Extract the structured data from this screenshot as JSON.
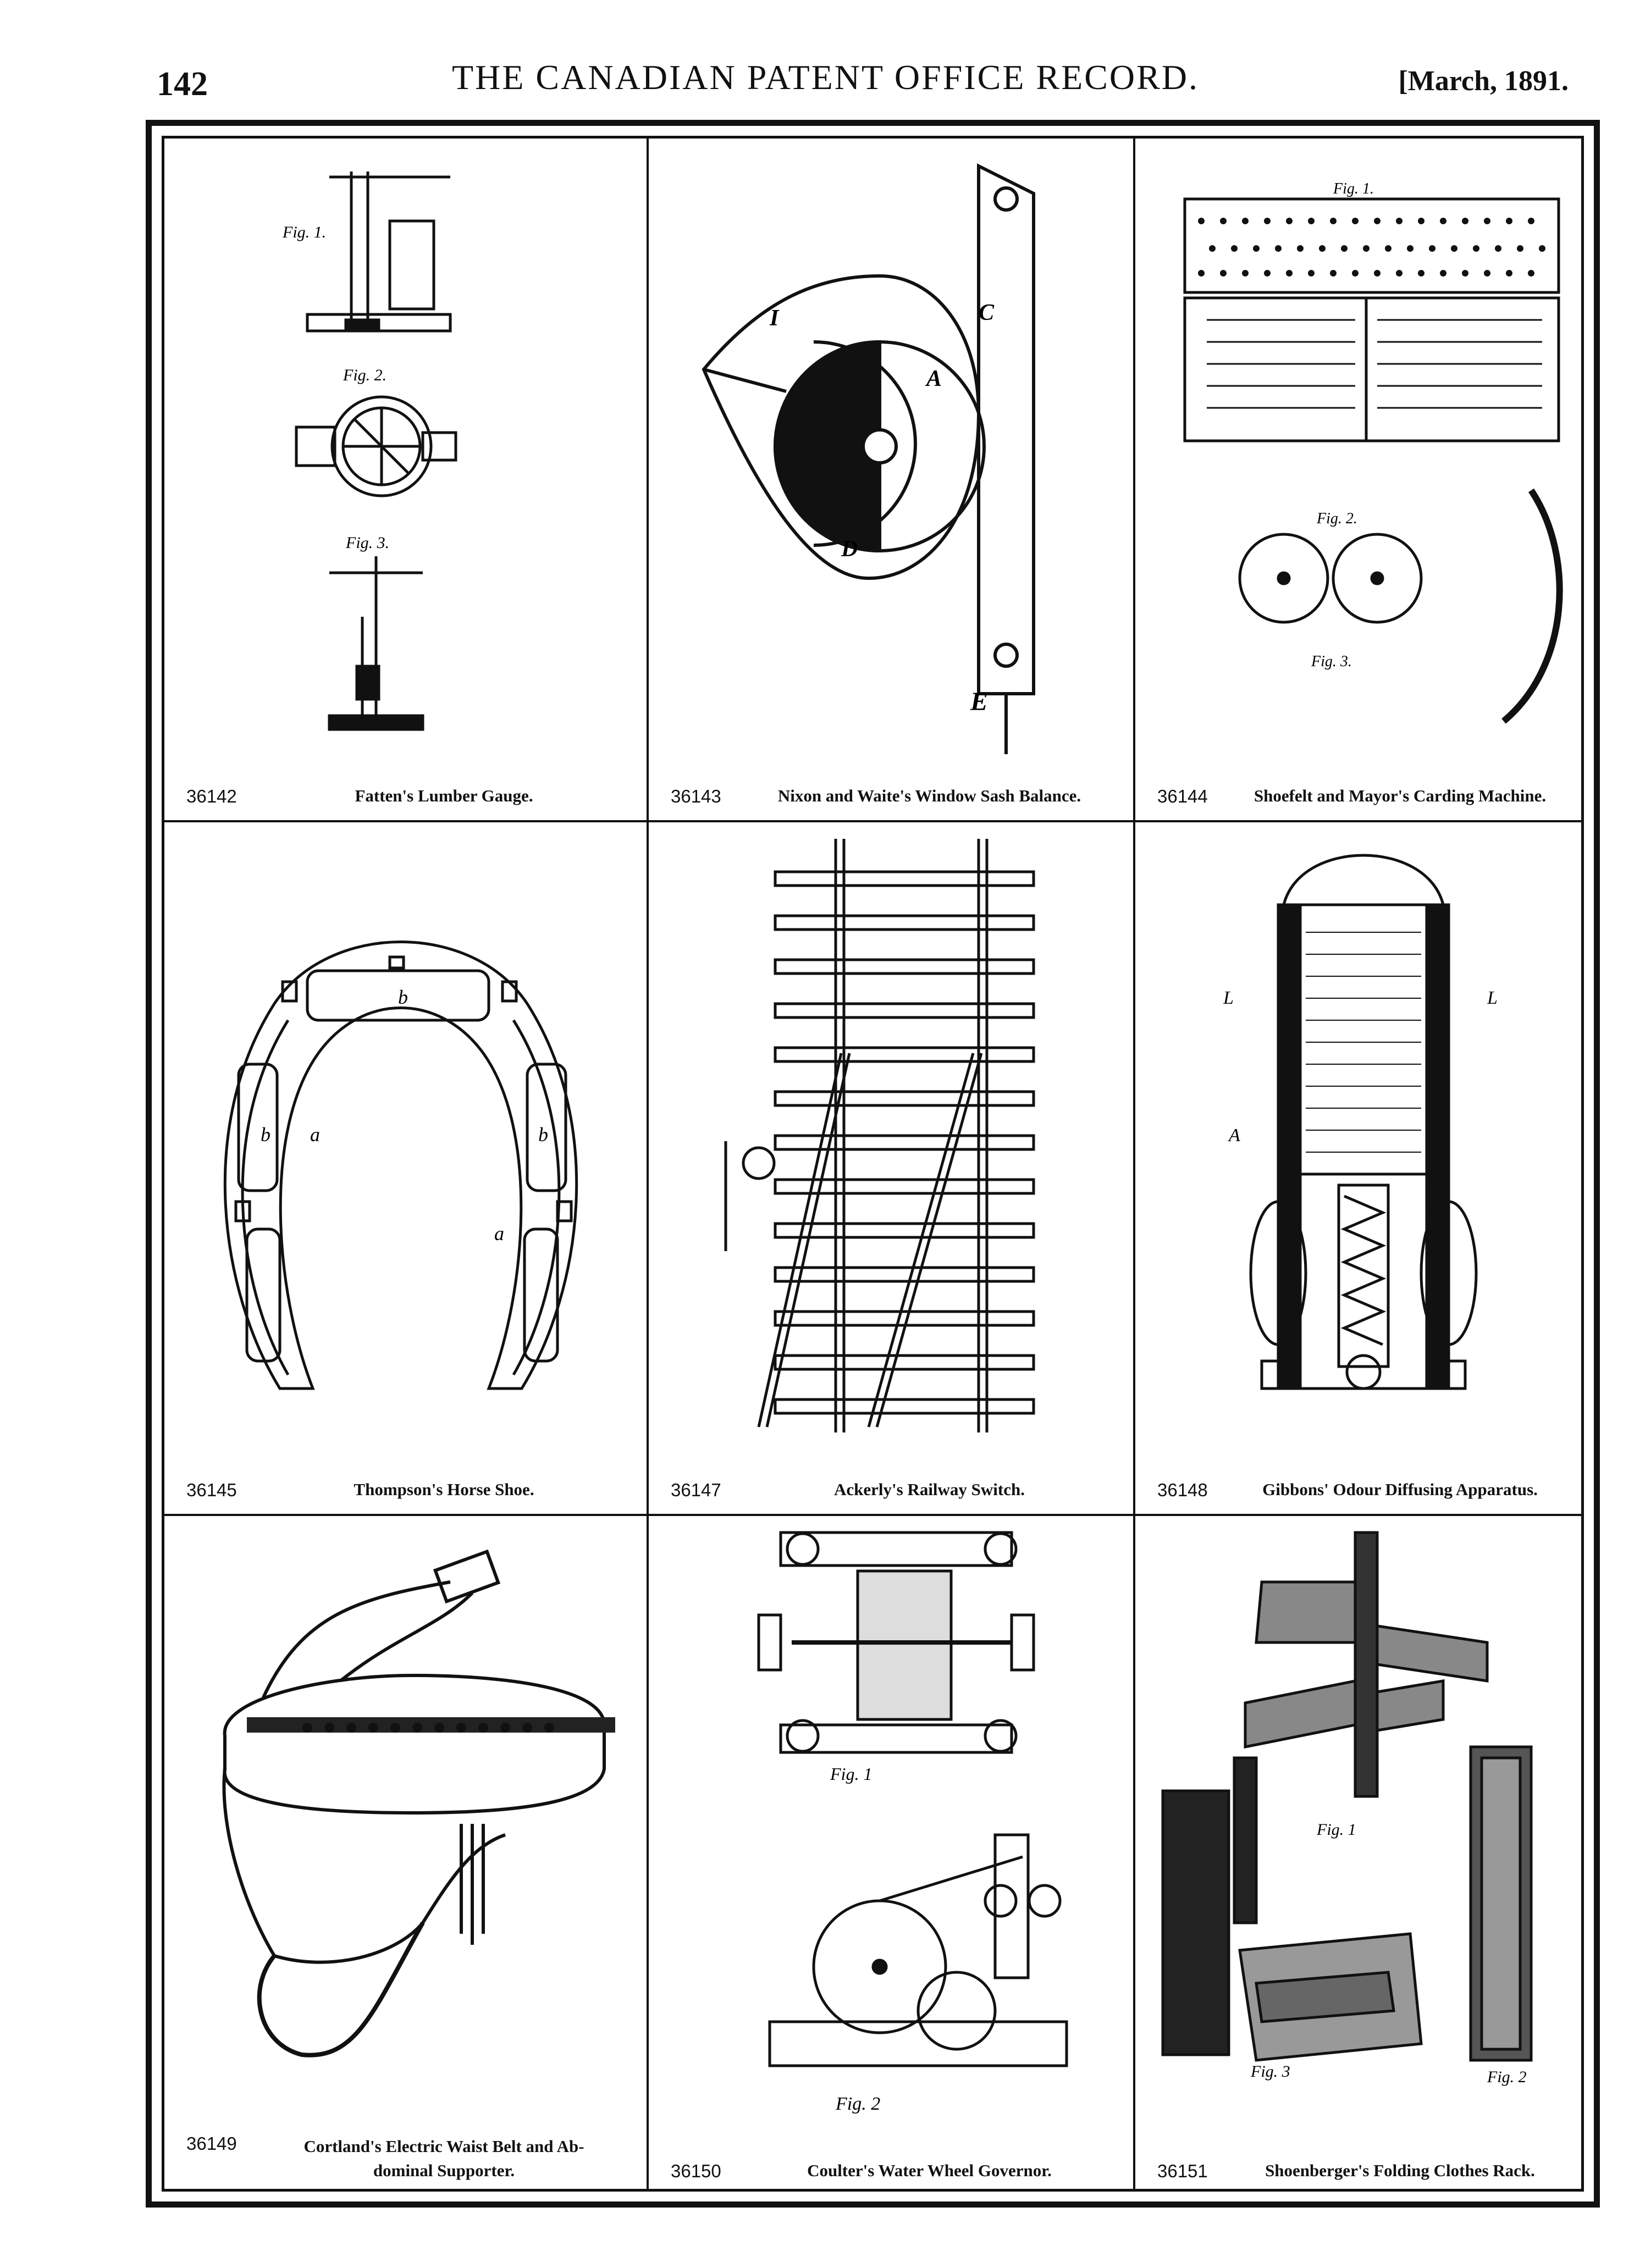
{
  "header": {
    "page_number": "142",
    "title": "THE CANADIAN PATENT OFFICE RECORD.",
    "date": "[March, 1891."
  },
  "patents": [
    {
      "number": "36142",
      "title": "Fatten's Lumber Gauge.",
      "figures": [
        "Fig. 1.",
        "Fig. 2.",
        "Fig. 3."
      ]
    },
    {
      "number": "36143",
      "title": "Nixon and Waite's Window Sash Balance.",
      "figures": []
    },
    {
      "number": "36144",
      "title": "Shoefelt and Mayor's Carding Machine.",
      "figures": [
        "Fig. 1.",
        "Fig. 2.",
        "Fig. 3."
      ]
    },
    {
      "number": "36145",
      "title": "Thompson's Horse Shoe.",
      "figures": []
    },
    {
      "number": "36147",
      "title": "Ackerly's Railway Switch.",
      "figures": []
    },
    {
      "number": "36148",
      "title": "Gibbons' Odour Diffusing Apparatus.",
      "figures": []
    },
    {
      "number": "36149",
      "title": "Cortland's Electric Waist Belt and Abdominal Supporter.",
      "title_line1": "Cortland's Electric Waist Belt and Ab-",
      "title_line2": "dominal Supporter.",
      "figures": []
    },
    {
      "number": "36150",
      "title": "Coulter's Water Wheel Governor.",
      "figures": [
        "Fig. 1",
        "Fig. 2"
      ]
    },
    {
      "number": "36151",
      "title": "Shoenberger's Folding Clothes Rack.",
      "figures": [
        "Fig. 1",
        "Fig. 2",
        "Fig. 3"
      ]
    }
  ]
}
